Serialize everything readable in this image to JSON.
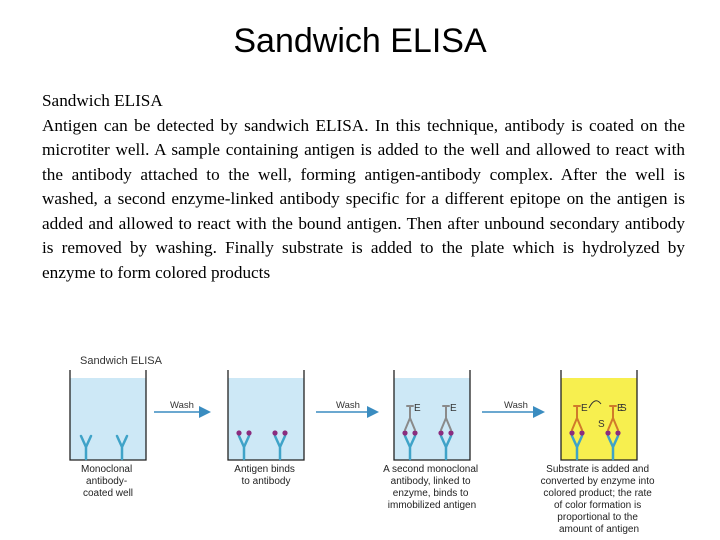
{
  "page": {
    "title": "Sandwich ELISA",
    "heading": "Sandwich ELISA",
    "paragraph": "Antigen can be detected by sandwich ELISA. In this technique, antibody is coated on the microtiter well. A sample containing antigen is added to the well and allowed to react with the antibody attached to the well, forming antigen-antibody complex. After the well is washed, a second enzyme-linked antibody specific for a different epitope on the antigen is added and allowed to react with the bound antigen. Then after unbound secondary antibody is removed by washing. Finally substrate is added to the plate which is hydrolyzed by enzyme to form colored products"
  },
  "diagram": {
    "title": "Sandwich ELISA",
    "arrows": [
      "Wash",
      "Wash",
      "Wash"
    ],
    "enzyme_label": "E",
    "substrate_label": "S",
    "colors": {
      "liquid_blue": "#cde8f6",
      "liquid_yellow": "#f7ef4f",
      "antibody": "#3fa3c8",
      "antigen": "#8b2c7e",
      "enzyme_antibody": "#8a8a8a"
    },
    "captions": {
      "step1": [
        "Monoclonal",
        "antibody-",
        "coated well"
      ],
      "step2": [
        "Antigen binds",
        "to antibody"
      ],
      "step3": [
        "A second monoclonal",
        "antibody, linked to",
        "enzyme, binds to",
        "immobilized antigen"
      ],
      "step4": [
        "Substrate is added and",
        "converted by enzyme into",
        "colored product; the rate",
        "of color formation is",
        "proportional to the",
        "amount of antigen"
      ]
    }
  }
}
